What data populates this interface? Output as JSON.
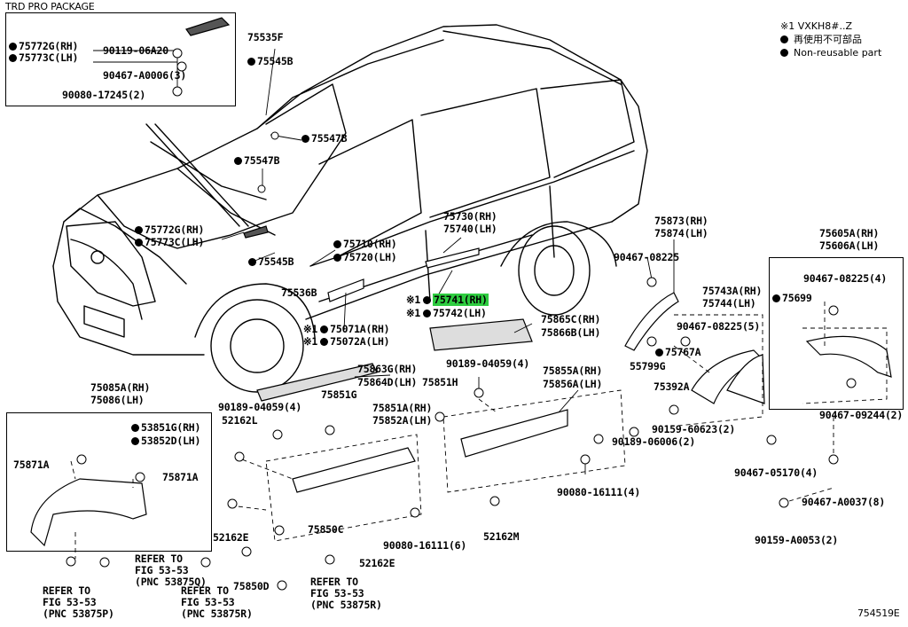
{
  "box_trd": {
    "title": "TRD PRO PACKAGE"
  },
  "legend": {
    "line1": "※1 VXKH8#..Z",
    "line2": "再使用不可部品",
    "line3": "Non-reusable part"
  },
  "figure_id": "754519E",
  "labels": {
    "p75772G_top": "75772G(RH)",
    "p75773C_top": "75773C(LH)",
    "p90119": "90119-06A20",
    "p90467_a0006": "90467-A0006(3)",
    "p90080_17245": "90080-17245(2)",
    "p75535F": "75535F",
    "p75545B_top": "75545B",
    "p75547B_a": "75547B",
    "p75547B_b": "75547B",
    "p75772G_mid": "75772G(RH)",
    "p75773C_mid": "75773C(LH)",
    "p75545B_mid": "75545B",
    "p75536B": "75536B",
    "p75710": "75710(RH)",
    "p75720": "75720(LH)",
    "p75730": "75730(RH)",
    "p75740": "75740(LH)",
    "p75741": "75741(RH)",
    "p75742": "75742(LH)",
    "p75071A": "75071A(RH)",
    "p75072A": "75072A(LH)",
    "p75873": "75873(RH)",
    "p75874": "75874(LH)",
    "p90467_08225_a": "90467-08225",
    "p75605A": "75605A(RH)",
    "p75606A": "75606A(LH)",
    "p90467_08225_4": "90467-08225(4)",
    "p75699": "75699",
    "p75743A": "75743A(RH)",
    "p75744": "75744(LH)",
    "p90467_08225_5": "90467-08225(5)",
    "p75767A": "75767A",
    "p55799G": "55799G",
    "p75392A": "75392A",
    "p90467_09244": "90467-09244(2)",
    "p75865C": "75865C(RH)",
    "p75866B": "75866B(LH)",
    "p90189_04059_4a": "90189-04059(4)",
    "p75855A": "75855A(RH)",
    "p75856A": "75856A(LH)",
    "p75863G": "75863G(RH)",
    "p75864D": "75864D(LH)",
    "p75851H": "75851H",
    "p75851G": "75851G",
    "p90189_04059_4b": "90189-04059(4)",
    "p75851A": "75851A(RH)",
    "p75852A": "75852A(LH)",
    "p90159_60623": "90159-60623(2)",
    "p90189_06006": "90189-06006(2)",
    "p90467_05170": "90467-05170(4)",
    "p90467_a0037": "90467-A0037(8)",
    "p90159_a0053": "90159-A0053(2)",
    "p75085A": "75085A(RH)",
    "p75086": "75086(LH)",
    "p53851G": "53851G(RH)",
    "p53852D": "53852D(LH)",
    "p75871A_l": "75871A",
    "p75871A_r": "75871A",
    "p52162L": "52162L",
    "p52162E_a": "52162E",
    "p52162E_b": "52162E",
    "p52162M": "52162M",
    "p75850C": "75850C",
    "p75850D": "75850D",
    "p90080_16111_6": "90080-16111(6)",
    "p90080_16111_4": "90080-16111(4)",
    "ref1": "REFER TO",
    "ref1b": "FIG 53-53",
    "ref1c": "(PNC 53875P)",
    "ref2": "REFER TO",
    "ref2b": "FIG 53-53",
    "ref2c": "(PNC 53875Q)",
    "ref3": "REFER TO",
    "ref3b": "FIG 53-53",
    "ref3c": "(PNC 53875R)",
    "ref4": "REFER TO",
    "ref4b": "FIG 53-53",
    "ref4c": "(PNC 53875R)",
    "note1a": "※1",
    "note1b": "※1",
    "note1c": "※1",
    "note1d": "※1"
  }
}
